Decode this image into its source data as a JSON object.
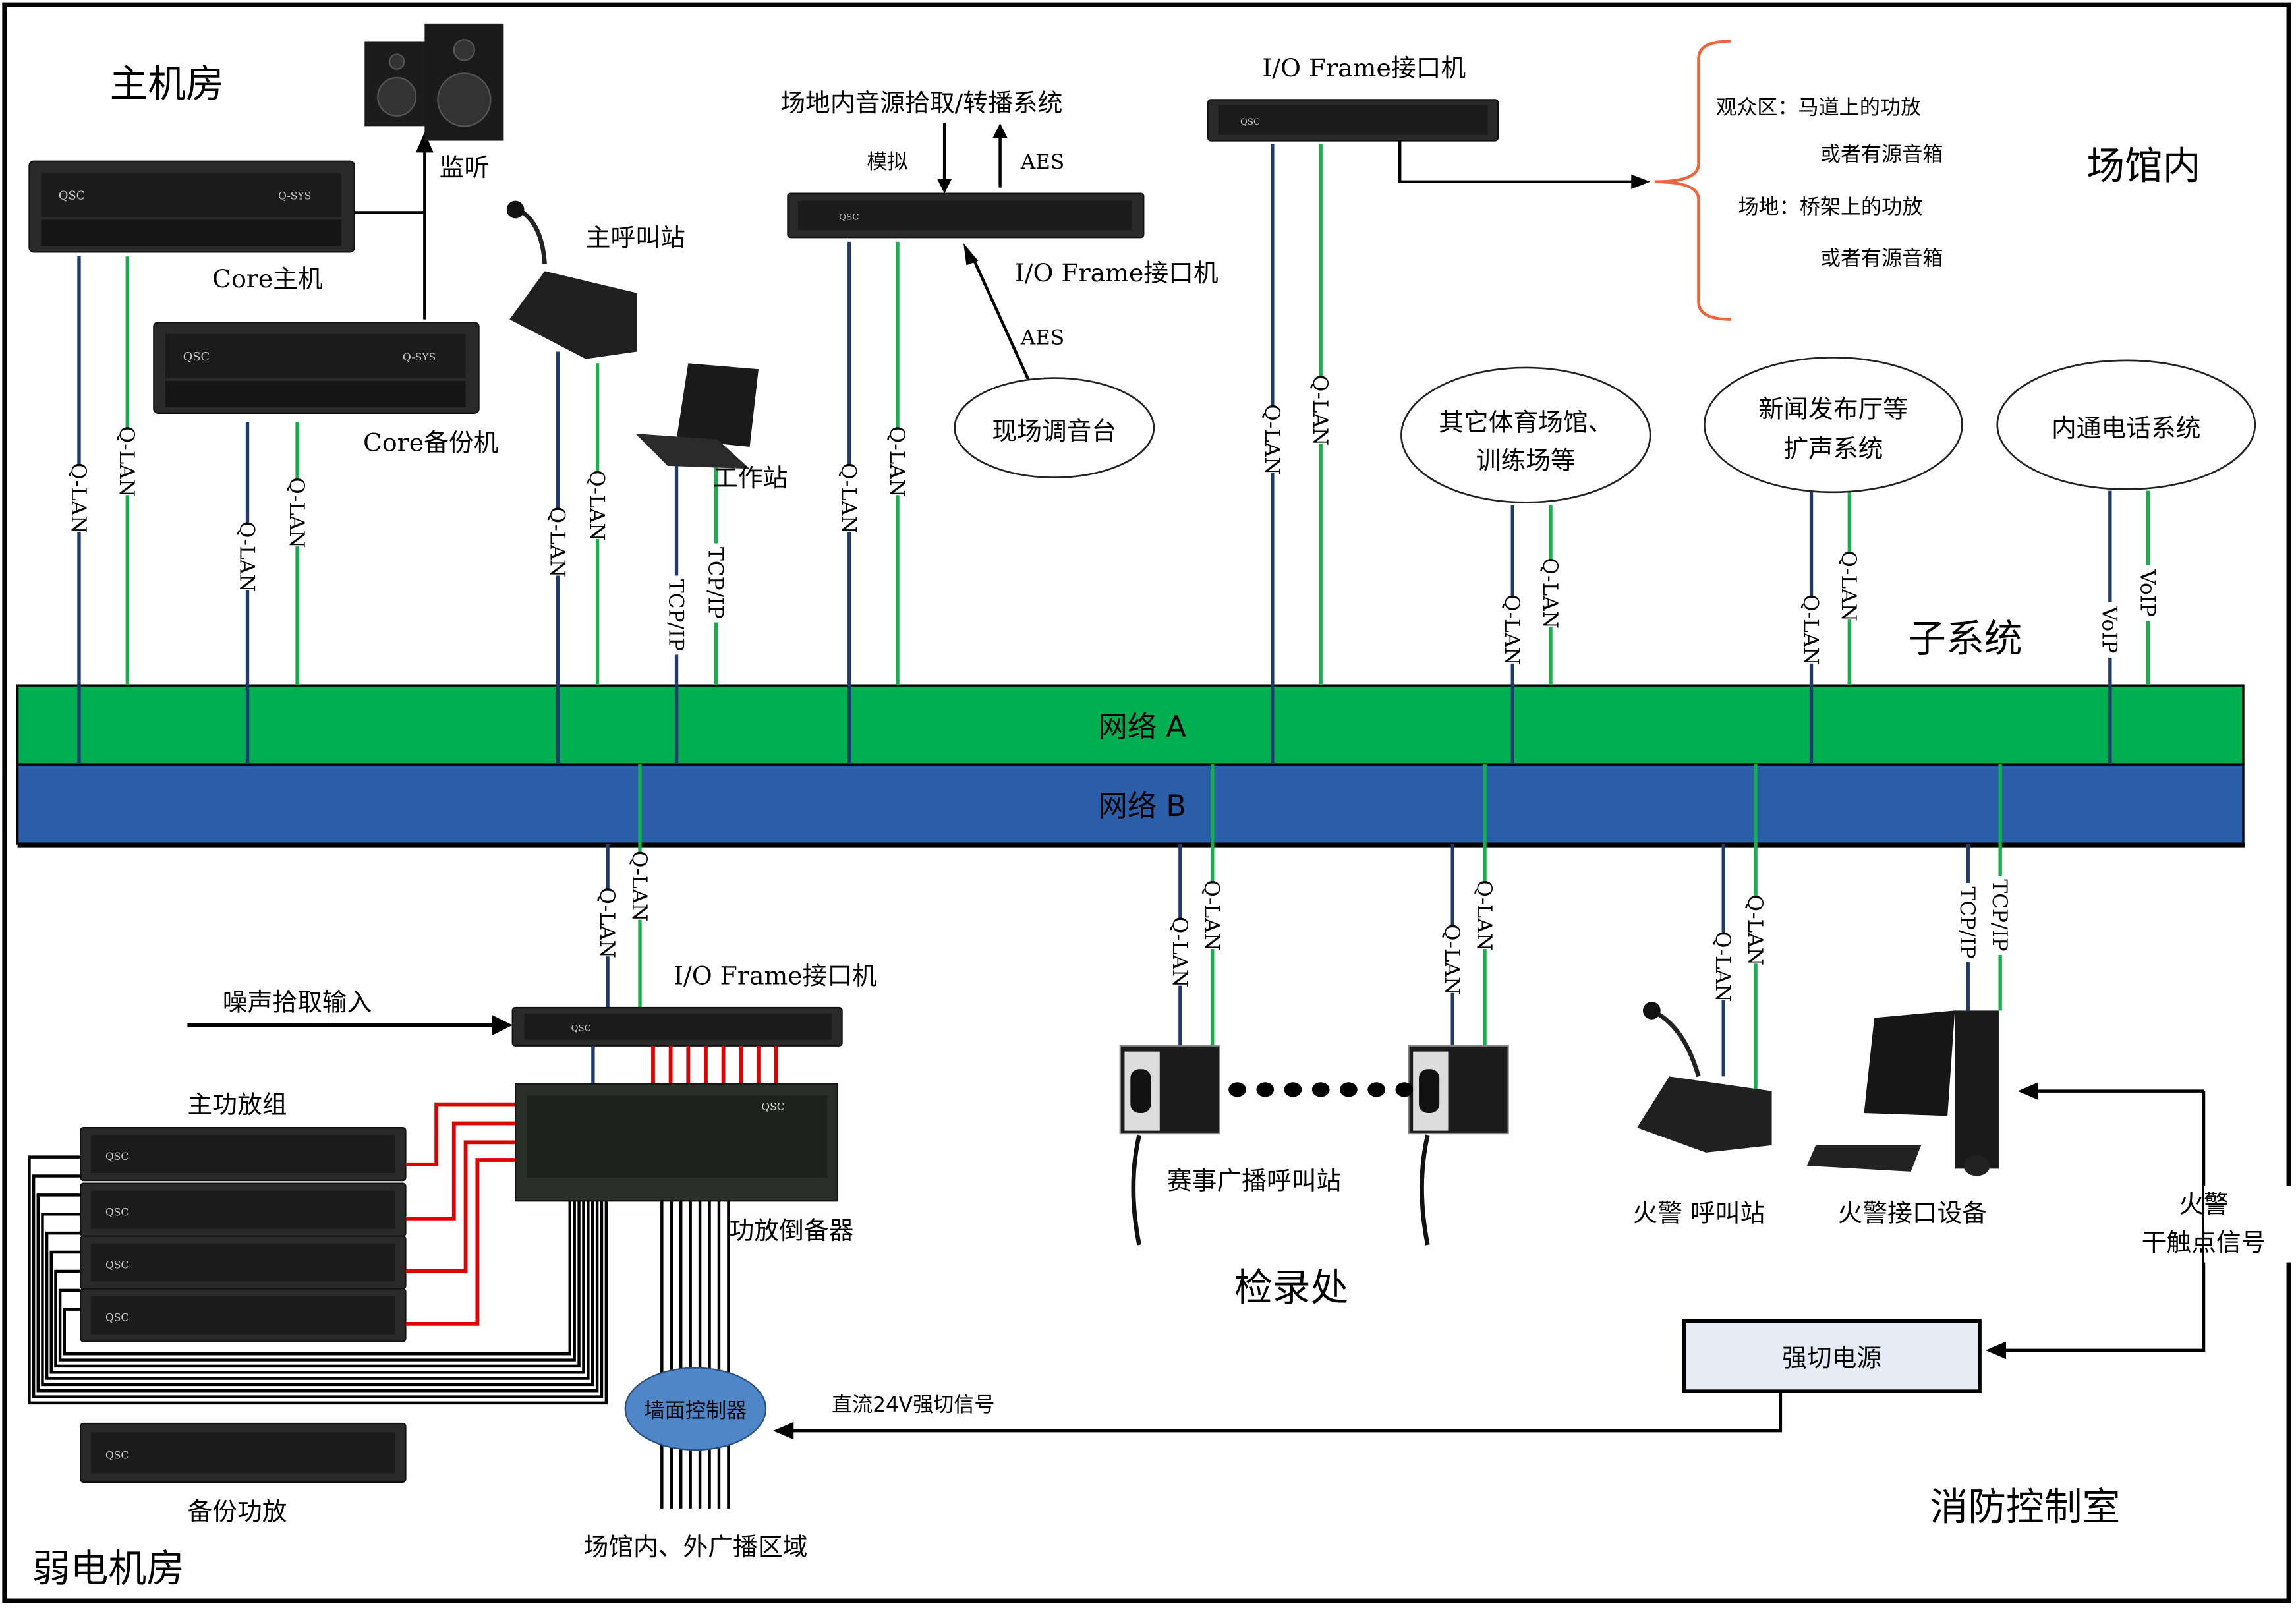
{
  "colors": {
    "network_a": "#00AF50",
    "network_b": "#2A5EA8",
    "qlan_primary": "#1F3A6B",
    "qlan_secondary": "#14B04A",
    "amp_link": "#E00000",
    "bracket": "#F0643C",
    "power_box": "#E6ECF5",
    "wall_controller": "#4E86C8"
  },
  "zones": {
    "main_room": "主机房",
    "venue_inside": "场馆内",
    "subsystems": "子系统",
    "weak_current_room": "弱电机房",
    "check_in": "检录处",
    "fire_control_room": "消防控制室"
  },
  "networks": {
    "a": "网络 A",
    "b": "网络 B"
  },
  "devices": {
    "core_main": "Core主机",
    "core_backup": "Core备份机",
    "monitor": "监听",
    "main_call_station": "主呼叫站",
    "workstation": "工作站",
    "io_frame_1": "I/O Frame接口机",
    "io_frame_2": "I/O Frame接口机",
    "io_frame_3": "I/O Frame接口机",
    "venue_source": "场地内音源拾取/转播系统",
    "analog": "模拟",
    "aes_out": "AES",
    "aes_in": "AES",
    "live_console": "现场调音台",
    "noise_input": "噪声拾取输入",
    "main_amp_group": "主功放组",
    "amp_switcher": "功放倒备器",
    "backup_amp": "备份功放",
    "wall_controller": "墙面控制器",
    "broadcast_zones": "场馆内、外广播区域",
    "dc24_signal": "直流24V强切信号",
    "event_call_station": "赛事广播呼叫站",
    "fire_call_station": "火警 呼叫站",
    "fire_interface": "火警接口设备",
    "fire_dry_contact_1": "火警",
    "fire_dry_contact_2": "干触点信号",
    "forced_power": "强切电源"
  },
  "venue_targets": {
    "audience_1": "观众区：马道上的功放",
    "audience_2": "或者有源音箱",
    "field_1": "场地：桥架上的功放",
    "field_2": "或者有源音箱"
  },
  "subsystem_clouds": {
    "other_venues_1": "其它体育场馆、",
    "other_venues_2": "训练场等",
    "press_1": "新闻发布厅等",
    "press_2": "扩声系统",
    "intercom": "内通电话系统"
  },
  "link_labels": {
    "qlan": "Q-LAN",
    "tcpip": "TCP/IP",
    "voip": "VoIP"
  }
}
